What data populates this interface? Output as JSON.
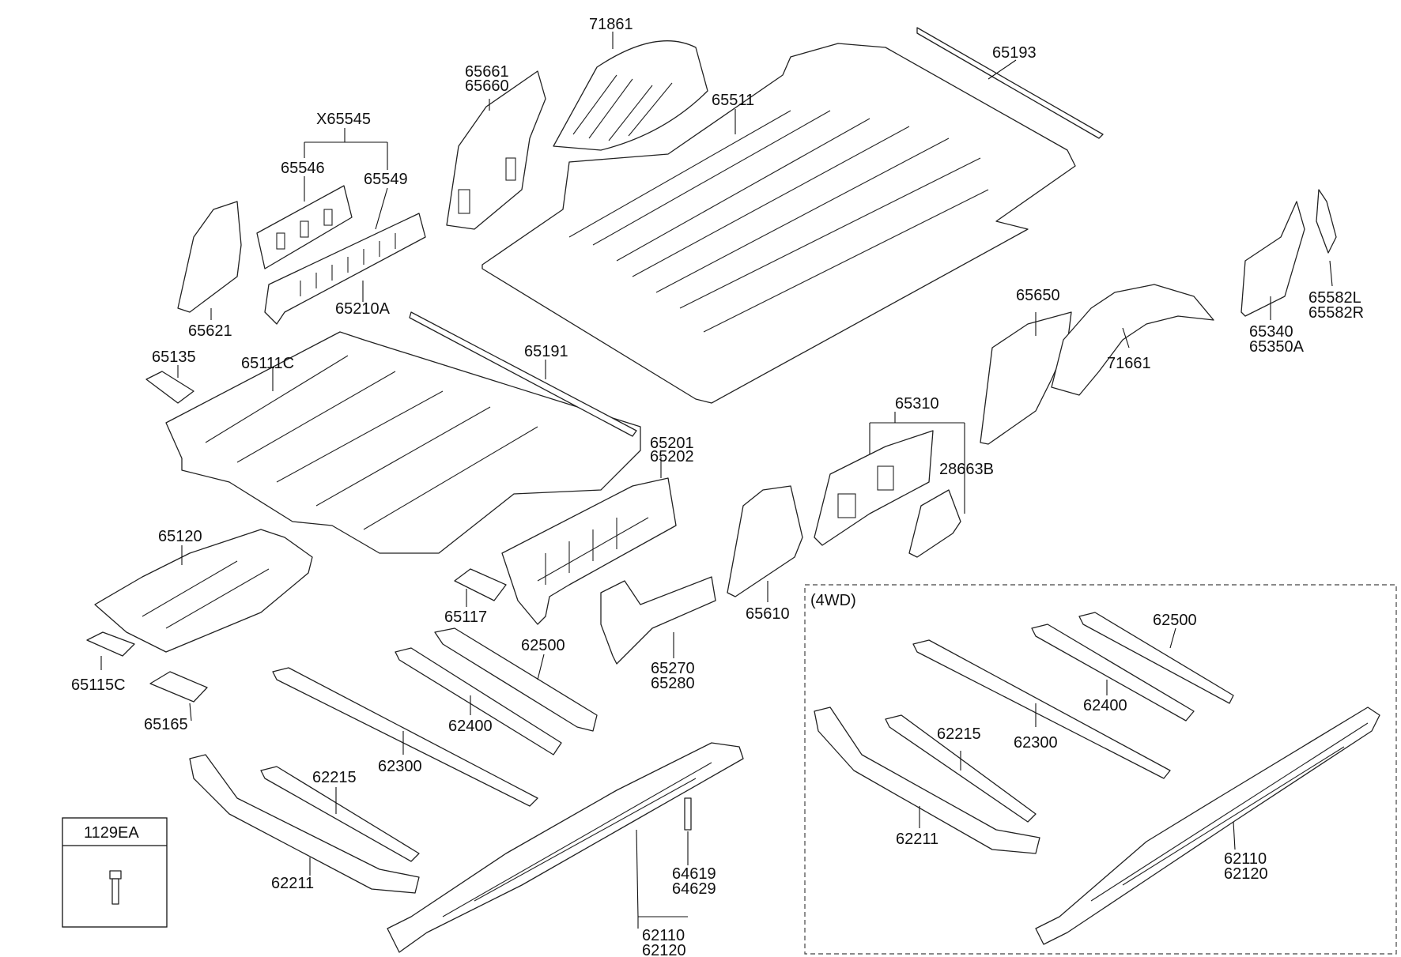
{
  "diagram": {
    "labels": {
      "l71861": "71861",
      "l65193": "65193",
      "l65661": "65661",
      "l65660": "65660",
      "l65511": "65511",
      "lX65545": "X65545",
      "l65546": "65546",
      "l65549": "65549",
      "l65621": "65621",
      "l65210A": "65210A",
      "l65135": "65135",
      "l65111C": "65111C",
      "l65191": "65191",
      "l65650": "65650",
      "l71661": "71661",
      "l65340": "65340",
      "l65350A": "65350A",
      "l65582L": "65582L",
      "l65582R": "65582R",
      "l65201": "65201",
      "l65202": "65202",
      "l65310": "65310",
      "l28663B": "28663B",
      "l65120": "65120",
      "l65117": "65117",
      "l65610": "65610",
      "l65270": "65270",
      "l65280": "65280",
      "l65115C": "65115C",
      "l65165": "65165",
      "l62500a": "62500",
      "l62400a": "62400",
      "l62300a": "62300",
      "l62215a": "62215",
      "l62211a": "62211",
      "l1129EA": "1129EA",
      "l64619": "64619",
      "l64629": "64629",
      "l62110a": "62110",
      "l62120a": "62120",
      "l4WD": "(4WD)",
      "l62500b": "62500",
      "l62400b": "62400",
      "l62300b": "62300",
      "l62215b": "62215",
      "l62211b": "62211",
      "l62110b": "62110",
      "l62120b": "62120"
    }
  }
}
